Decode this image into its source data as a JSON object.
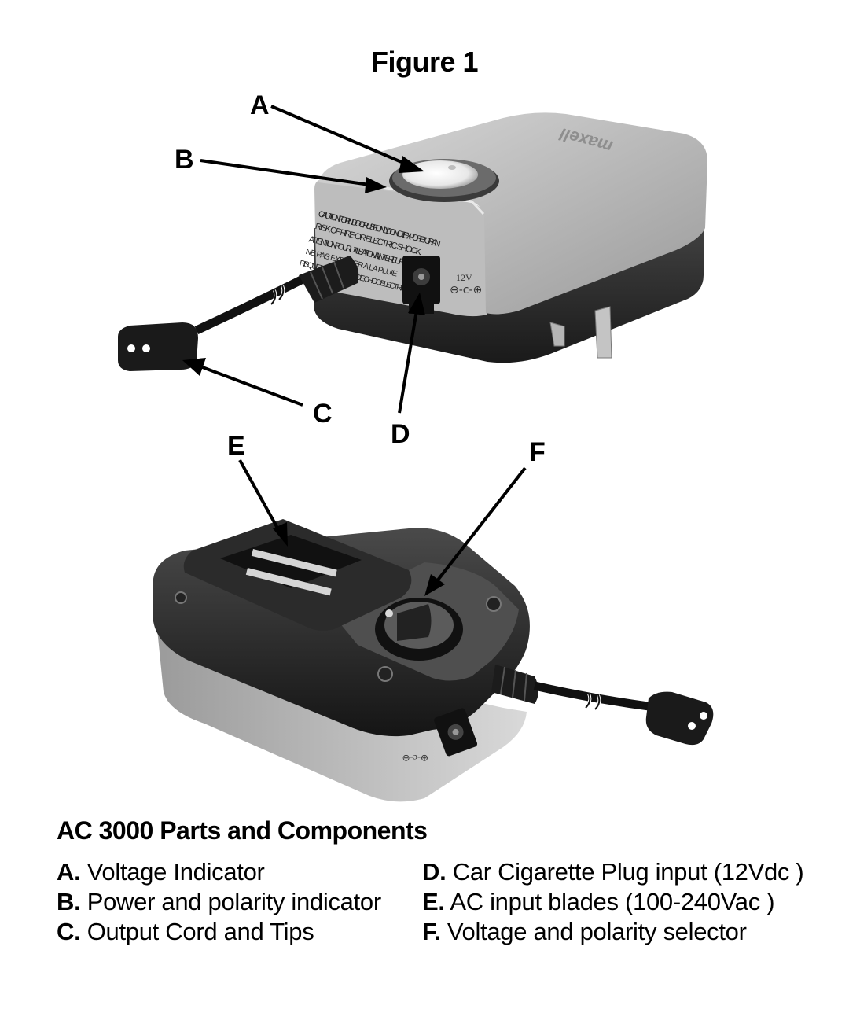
{
  "figure_title": "Figure 1",
  "callouts": {
    "a": "A",
    "b": "B",
    "c": "C",
    "d": "D",
    "e": "E",
    "f": "F"
  },
  "device": {
    "brand_logo": "maxell",
    "caution_text": "CAUTION FOR INDOOR USE ONLY. DO NOT EXPOSE TO RAIN. RISK OF FIRE OR ELECTRIC SHOCK. ATTENTION POUR UTILISATION A L'INTERIEUR SEULEMENT. NE PAS EXPOSER A LA PLUIE. RISQUE D'INCENDIE OU DE CHOC ELECTRIQUE.",
    "input_label": "12V"
  },
  "section_title": "AC 3000 Parts and Components",
  "parts": [
    {
      "key": "A.",
      "label": "Voltage Indicator"
    },
    {
      "key": "B.",
      "label": "Power and polarity indicator"
    },
    {
      "key": "C.",
      "label": "Output Cord and Tips"
    },
    {
      "key": "D.",
      "label": "Car Cigarette Plug input (12Vdc )"
    },
    {
      "key": "E.",
      "label": "AC input blades (100-240Vac )"
    },
    {
      "key": "F.",
      "label": "Voltage and polarity selector"
    }
  ]
}
